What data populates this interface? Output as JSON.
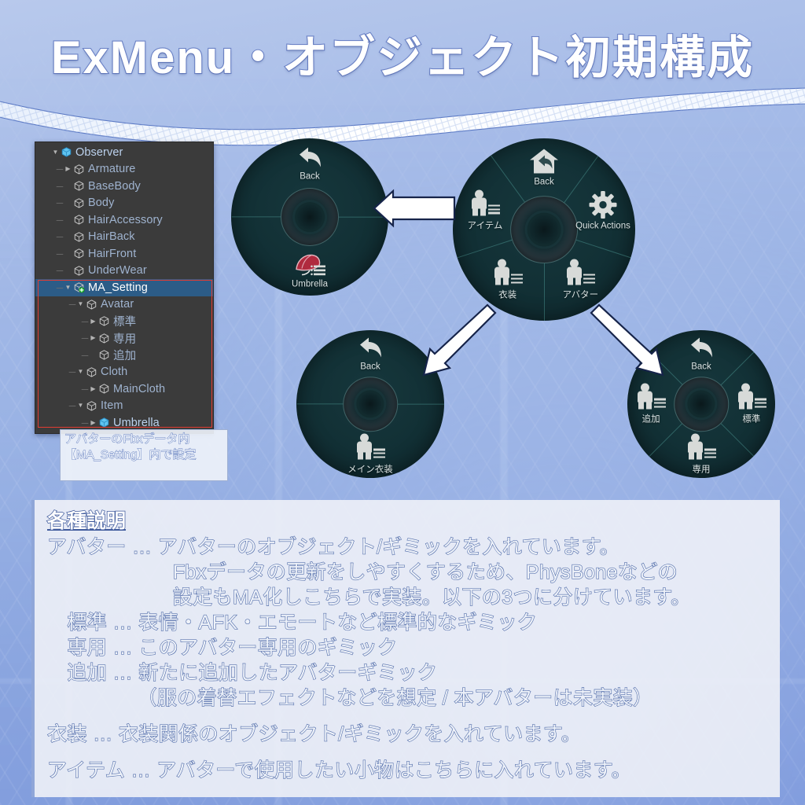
{
  "title": "ExMenu・オブジェクト初期構成",
  "colors": {
    "background_top": "#b8c9ec",
    "background_bottom": "#7e9ade",
    "title_fill": "#ffffff",
    "title_outline": "#6d84c8",
    "menu_disc": "#16373c",
    "menu_spoke": "#6ecdc3",
    "selection_row": "#2c5c87",
    "selection_outline": "#e23c32",
    "panel_background": "#eef1f7",
    "text_outline": "#5872ad",
    "arrow_fill": "#ffffff",
    "arrow_outline": "#1b2a52",
    "umbrella": "#b02a3e"
  },
  "hierarchy": {
    "rows": [
      {
        "label": "Observer",
        "depth": 0,
        "expander": "down",
        "icon": "prefab-cube-icon",
        "selected": false,
        "bright": true
      },
      {
        "label": "Armature",
        "depth": 1,
        "expander": "right",
        "icon": "cube-icon",
        "selected": false,
        "bright": false
      },
      {
        "label": "BaseBody",
        "depth": 1,
        "expander": "none",
        "icon": "cube-icon",
        "selected": false,
        "bright": false
      },
      {
        "label": "Body",
        "depth": 1,
        "expander": "none",
        "icon": "cube-icon",
        "selected": false,
        "bright": false
      },
      {
        "label": "HairAccessory",
        "depth": 1,
        "expander": "none",
        "icon": "cube-icon",
        "selected": false,
        "bright": false
      },
      {
        "label": "HairBack",
        "depth": 1,
        "expander": "none",
        "icon": "cube-icon",
        "selected": false,
        "bright": false
      },
      {
        "label": "HairFront",
        "depth": 1,
        "expander": "none",
        "icon": "cube-icon",
        "selected": false,
        "bright": false
      },
      {
        "label": "UnderWear",
        "depth": 1,
        "expander": "none",
        "icon": "cube-icon",
        "selected": false,
        "bright": false
      },
      {
        "label": "MA_Setting",
        "depth": 1,
        "expander": "down",
        "icon": "modular-avatar-icon",
        "selected": true,
        "bright": true
      },
      {
        "label": "Avatar",
        "depth": 2,
        "expander": "down",
        "icon": "cube-icon",
        "selected": false,
        "bright": false
      },
      {
        "label": "標準",
        "depth": 3,
        "expander": "right",
        "icon": "cube-icon",
        "selected": false,
        "bright": false
      },
      {
        "label": "専用",
        "depth": 3,
        "expander": "right",
        "icon": "cube-icon",
        "selected": false,
        "bright": false
      },
      {
        "label": "追加",
        "depth": 3,
        "expander": "none",
        "icon": "cube-icon",
        "selected": false,
        "bright": false
      },
      {
        "label": "Cloth",
        "depth": 2,
        "expander": "down",
        "icon": "cube-icon",
        "selected": false,
        "bright": false
      },
      {
        "label": "MainCloth",
        "depth": 3,
        "expander": "right",
        "icon": "cube-icon",
        "selected": false,
        "bright": false
      },
      {
        "label": "Item",
        "depth": 2,
        "expander": "down",
        "icon": "cube-icon",
        "selected": false,
        "bright": false
      },
      {
        "label": "Umbrella",
        "depth": 3,
        "expander": "right",
        "icon": "prefab-cube-icon",
        "selected": false,
        "bright": true
      }
    ],
    "caption": "アバターのFbxデータ内【MA_Setting】内で設定"
  },
  "menus": {
    "main": {
      "name": "main-menu",
      "segments": [
        {
          "label": "Back",
          "icon": "home-back-icon",
          "angle": 0
        },
        {
          "label": "Quick Actions",
          "icon": "gear-icon",
          "angle": 72
        },
        {
          "label": "アバター",
          "icon": "person-list-icon",
          "angle": 144
        },
        {
          "label": "衣装",
          "icon": "person-list-icon",
          "angle": 216
        },
        {
          "label": "アイテム",
          "icon": "person-list-icon",
          "angle": 288
        }
      ]
    },
    "item": {
      "name": "item-menu",
      "segments": [
        {
          "label": "Back",
          "icon": "back-arrow-icon",
          "angle": 0
        },
        {
          "label": "Umbrella",
          "icon": "umbrella-icon",
          "angle": 180
        }
      ]
    },
    "cloth": {
      "name": "cloth-menu",
      "segments": [
        {
          "label": "Back",
          "icon": "back-arrow-icon",
          "angle": 0
        },
        {
          "label": "メイン衣装",
          "icon": "person-list-icon",
          "angle": 180
        }
      ]
    },
    "avatar": {
      "name": "avatar-menu",
      "segments": [
        {
          "label": "Back",
          "icon": "back-arrow-icon",
          "angle": 0
        },
        {
          "label": "標準",
          "icon": "person-list-icon",
          "angle": 90
        },
        {
          "label": "専用",
          "icon": "person-list-icon",
          "angle": 180
        },
        {
          "label": "追加",
          "icon": "person-list-icon",
          "angle": 270
        }
      ]
    }
  },
  "explanation": {
    "heading": "各種説明",
    "lines": [
      "アバター … アバターのオブジェクト/ギミックを入れています。",
      "　　　　　　 Fbxデータの更新をしやすくするため、PhysBoneなどの",
      "　　　　　　 設定もMA化しこちらで実装。以下の3つに分けています。",
      "　標準 … 表情・AFK・エモートなど標準的なギミック",
      "　専用 … このアバター専用のギミック",
      "　追加 … 新たに追加したアバターギミック",
      "　　　　　（服の着替エフェクトなどを想定 / 本アバターは未実装）",
      "",
      "衣装 … 衣装関係のオブジェクト/ギミックを入れています。",
      "",
      "アイテム … アバターで使用したい小物はこちらに入れています。"
    ]
  }
}
